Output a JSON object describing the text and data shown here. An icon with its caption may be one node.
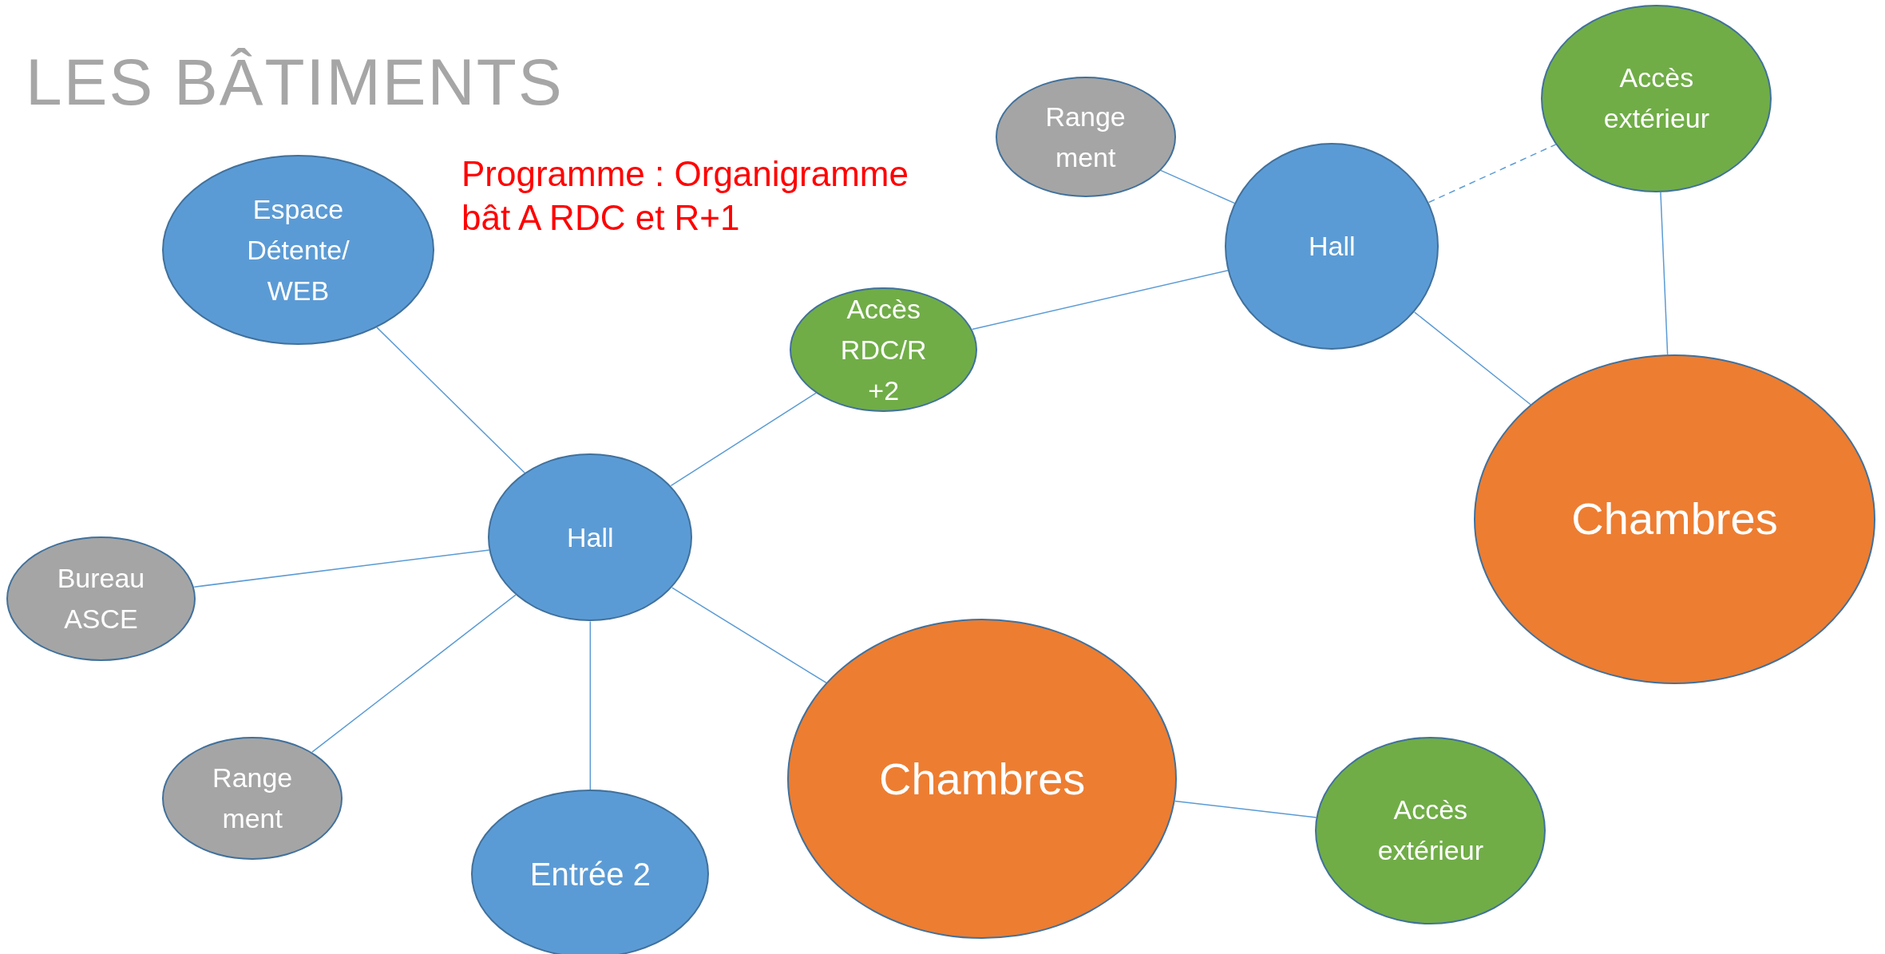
{
  "diagram": {
    "title": "LES BÂTIMENTS",
    "nodes": [
      {
        "text": [
          "Espace Détente/ WEB"
        ]
      },
      {
        "text": [
          "Hall"
        ]
      },
      {
        "text": [
          "Accès RDC/R +2"
        ]
      },
      {
        "text": [
          "Range ment"
        ]
      },
      {
        "text": [
          "Hall"
        ]
      },
      {
        "text": [
          "Accès extérieur"
        ]
      },
      {
        "text": [
          "Chambres"
        ]
      },
      {
        "text": [
          "Bureau ASCE"
        ]
      },
      {
        "text": [
          "Range ment"
        ]
      },
      {
        "text": [
          "Entrée 2"
        ]
      },
      {
        "text": [
          "Chambres"
        ]
      },
      {
        "text": [
          "Accès extérieur"
        ]
      }
    ],
    "edges": [
      {
        "from": 0,
        "to": 1,
        "arrow": "none"
      },
      {
        "from": 1,
        "to": 2,
        "arrow": "none"
      },
      {
        "from": 2,
        "to": 4,
        "arrow": "none"
      },
      {
        "from": 3,
        "to": 4,
        "arrow": "none"
      },
      {
        "from": 4,
        "to": 5,
        "arrow": "none",
        "style": "dashed"
      },
      {
        "from": 5,
        "to": 6,
        "arrow": "none"
      },
      {
        "from": 4,
        "to": 6,
        "arrow": "none"
      },
      {
        "from": 7,
        "to": 1,
        "arrow": "none"
      },
      {
        "from": 8,
        "to": 1,
        "arrow": "none"
      },
      {
        "from": 9,
        "to": 1,
        "arrow": "none"
      },
      {
        "from": 1,
        "to": 10,
        "arrow": "none"
      },
      {
        "from": 10,
        "to": 11,
        "arrow": "none"
      }
    ],
    "labels": [
      "Programme : Organigramme bât A RDC et R+1"
    ]
  }
}
